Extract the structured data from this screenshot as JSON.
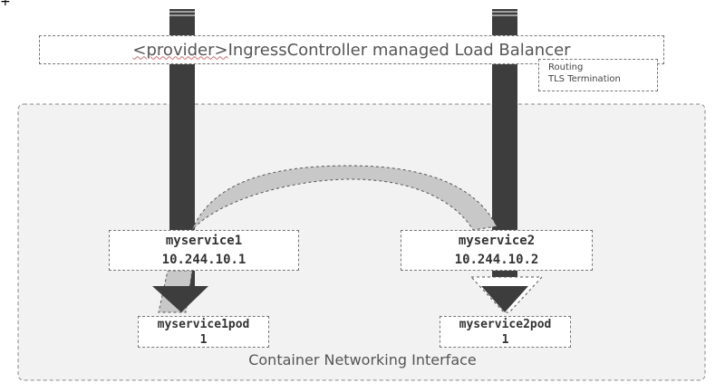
{
  "load_balancer": {
    "prefix": "<provider>",
    "rest": "IngressController managed Load Balancer"
  },
  "notes": [
    "Routing",
    "TLS Termination"
  ],
  "services": [
    {
      "name": "myservice1",
      "ip": "10.244.10.1"
    },
    {
      "name": "myservice2",
      "ip": "10.244.10.2"
    }
  ],
  "pods": [
    {
      "name": "myservice1pod",
      "count": "1"
    },
    {
      "name": "myservice2pod",
      "count": "1"
    }
  ],
  "cni_label": "Container Networking Interface",
  "colors": {
    "arrow": "#3d3d3d",
    "cni_bg": "#f2f2f2",
    "border": "#777777",
    "curve_fill": "#c8c8c8"
  }
}
